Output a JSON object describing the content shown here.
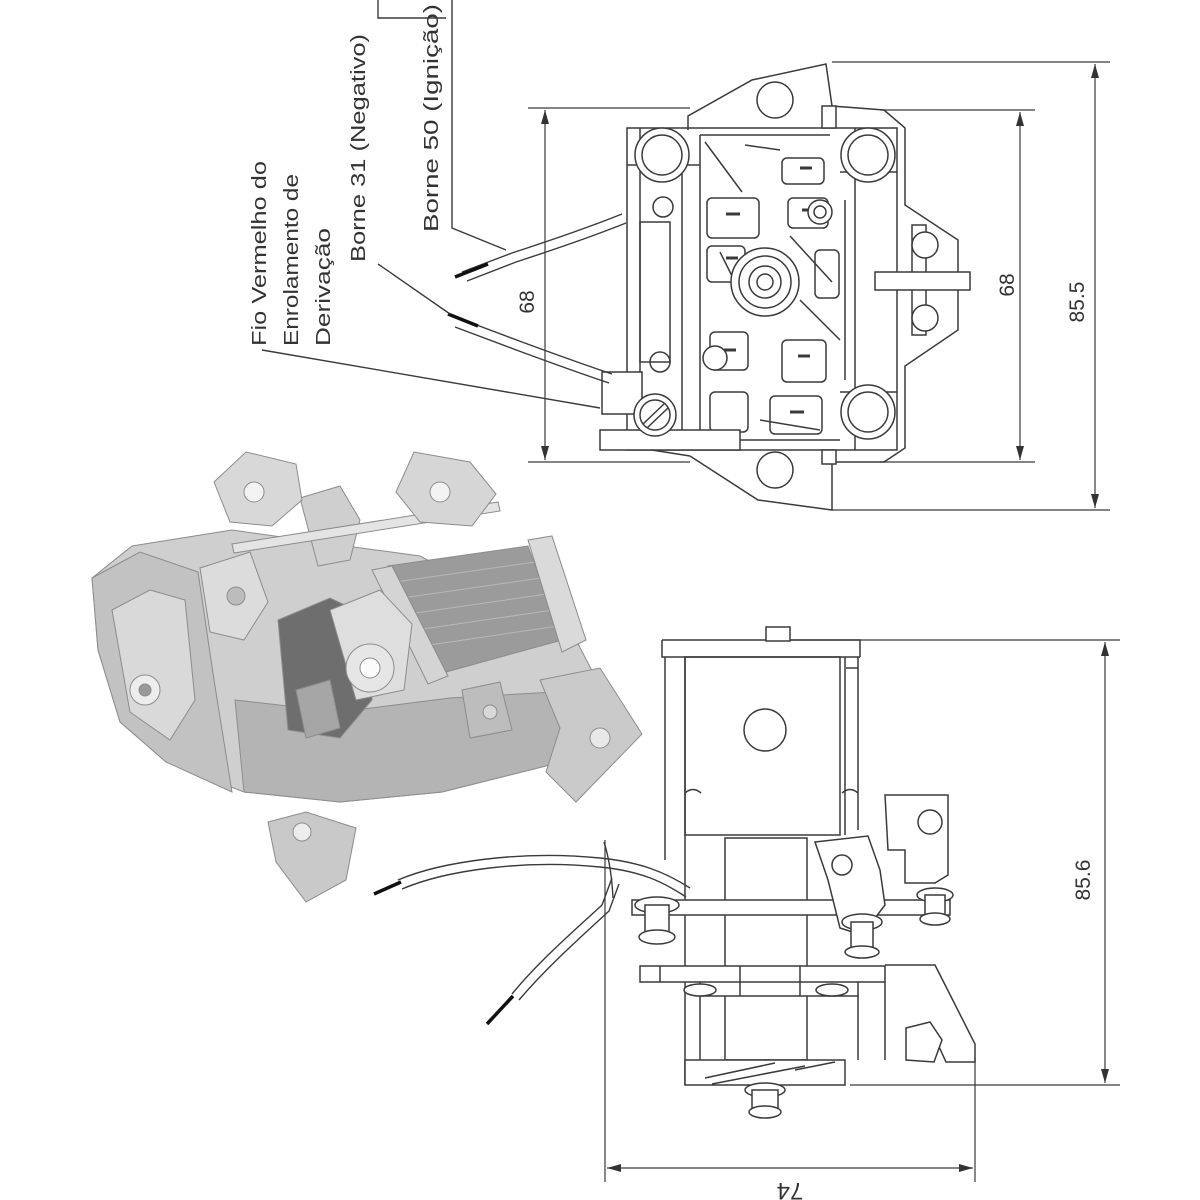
{
  "labels": {
    "fio_vermelho": [
      "Fio Vermelho do",
      "Enrolamento de",
      "Derivação"
    ],
    "borne_31": "Borne 31 (Negativo)",
    "borne_50": "Borne 50 (Ignição)"
  },
  "dimensions": {
    "top_view_left": "68",
    "top_view_right": "68",
    "top_view_overall": "85.5",
    "side_view_height": "85.6",
    "side_view_width": "74"
  }
}
